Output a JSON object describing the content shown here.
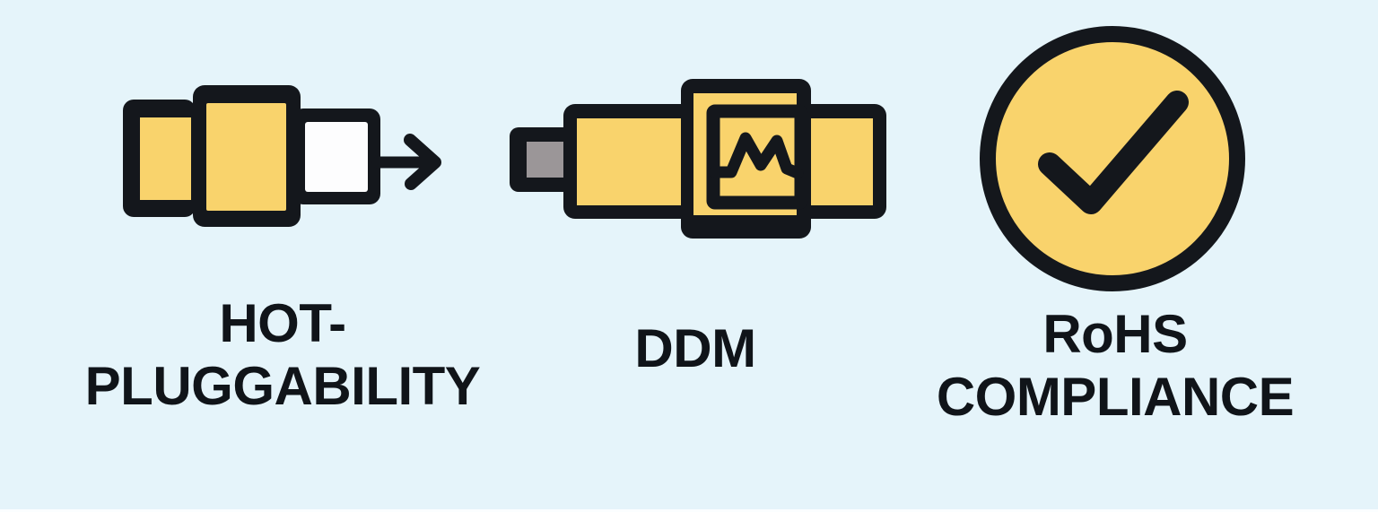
{
  "page": {
    "description": "Product feature infographic banner with three icons",
    "background": "#e5f4fa",
    "bottom_strip_color": "#ffffff"
  },
  "colors": {
    "background": "#e5f4fa",
    "accent-yellow": "#f9d36c",
    "outline-dark": "#14171c",
    "connector-gray": "#9b9698",
    "plug-white": "#fdfdfe",
    "text": "#101419",
    "bottom-strip": "#ffffff"
  },
  "features": [
    {
      "id": "hot-pluggability",
      "icon": "transceiver-unplug-arrow-icon",
      "lines": [
        "HOT-",
        "PLUGGABILITY"
      ]
    },
    {
      "id": "ddm",
      "icon": "transceiver-waveform-monitor-icon",
      "lines": [
        "DDM"
      ]
    },
    {
      "id": "rohs-compliance",
      "icon": "checkmark-circle-icon",
      "lines": [
        "RoHS",
        "COMPLIANCE"
      ]
    }
  ]
}
